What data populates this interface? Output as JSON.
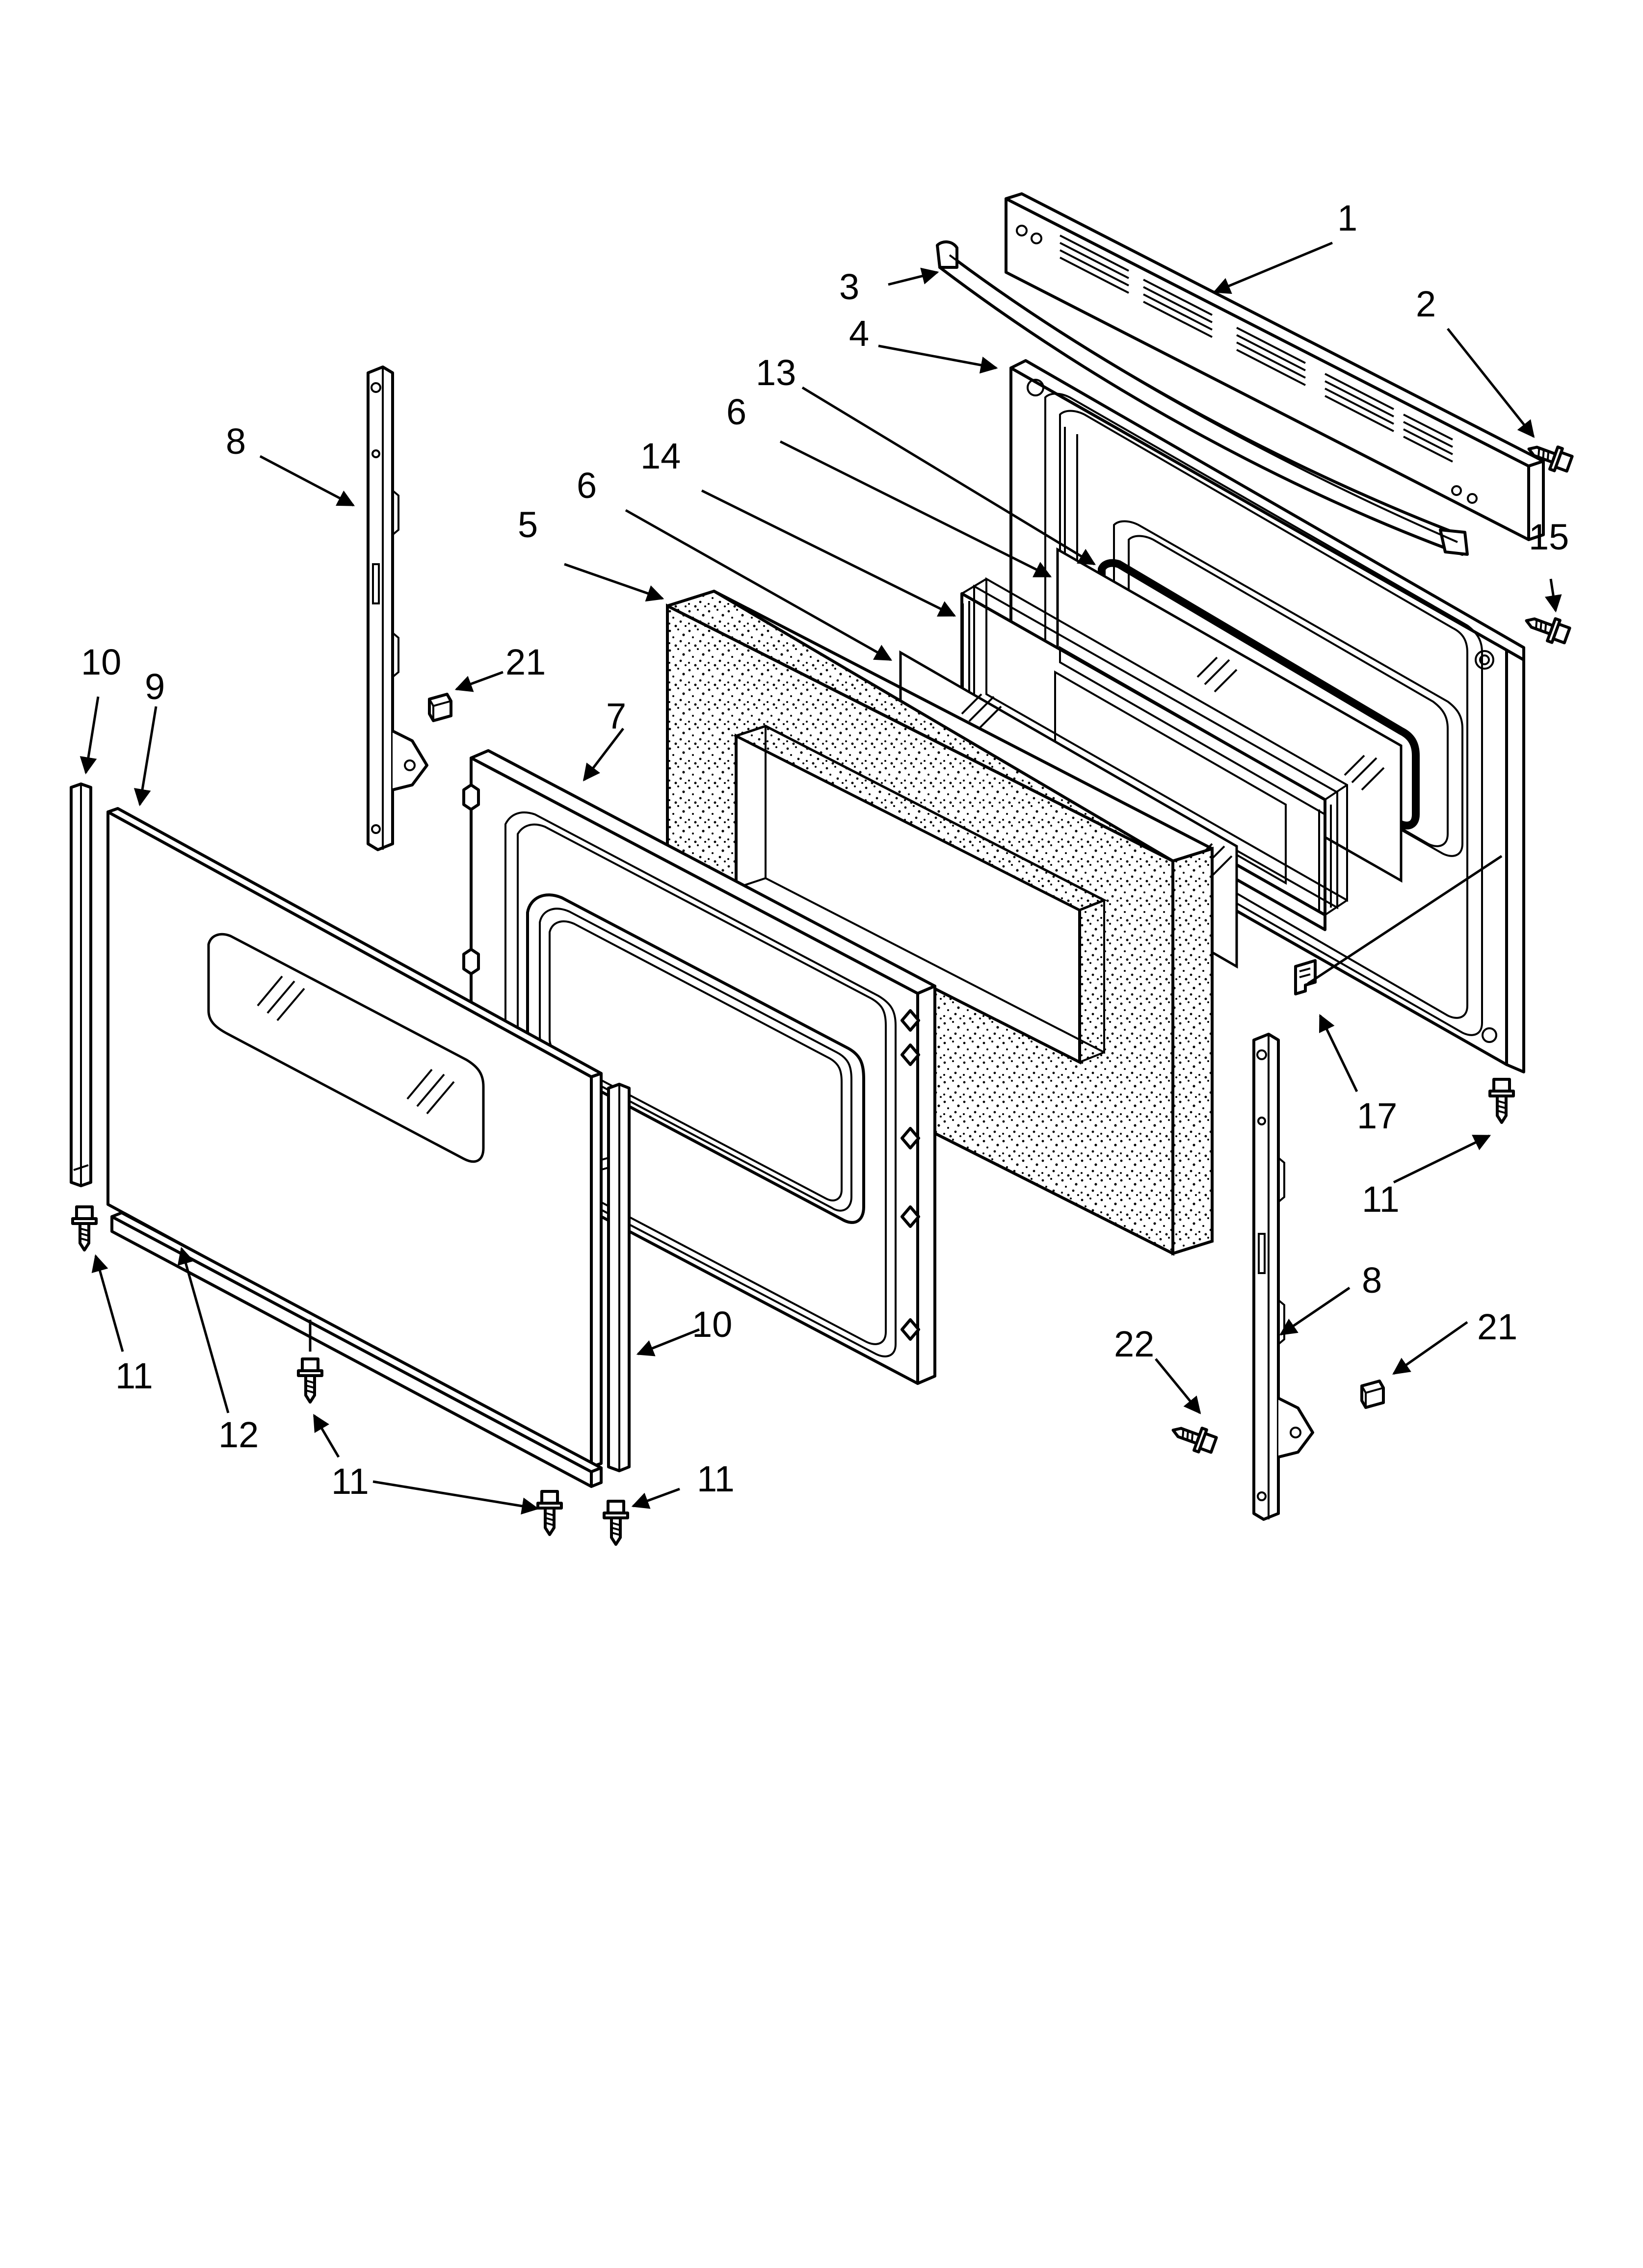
{
  "callouts": [
    {
      "id": "1",
      "label": "1"
    },
    {
      "id": "2",
      "label": "2"
    },
    {
      "id": "3",
      "label": "3"
    },
    {
      "id": "4",
      "label": "4"
    },
    {
      "id": "13",
      "label": "13"
    },
    {
      "id": "6a",
      "label": "6"
    },
    {
      "id": "14",
      "label": "14"
    },
    {
      "id": "6b",
      "label": "6"
    },
    {
      "id": "5",
      "label": "5"
    },
    {
      "id": "8a",
      "label": "8"
    },
    {
      "id": "15",
      "label": "15"
    },
    {
      "id": "10a",
      "label": "10"
    },
    {
      "id": "9",
      "label": "9"
    },
    {
      "id": "21a",
      "label": "21"
    },
    {
      "id": "7",
      "label": "7"
    },
    {
      "id": "17",
      "label": "17"
    },
    {
      "id": "11a",
      "label": "11"
    },
    {
      "id": "8b",
      "label": "8"
    },
    {
      "id": "10b",
      "label": "10"
    },
    {
      "id": "21b",
      "label": "21"
    },
    {
      "id": "11b",
      "label": "11"
    },
    {
      "id": "22",
      "label": "22"
    },
    {
      "id": "12",
      "label": "12"
    },
    {
      "id": "11c",
      "label": "11"
    },
    {
      "id": "11d",
      "label": "11"
    }
  ],
  "parts": [
    {
      "name": "top-trim-vent"
    },
    {
      "name": "screw"
    },
    {
      "name": "handle"
    },
    {
      "name": "inner-door-panel"
    },
    {
      "name": "insulation"
    },
    {
      "name": "glass-pane"
    },
    {
      "name": "outer-glass-panel"
    },
    {
      "name": "door-frame"
    },
    {
      "name": "hinge"
    },
    {
      "name": "side-trim"
    },
    {
      "name": "bottom-trim"
    },
    {
      "name": "window-pack"
    },
    {
      "name": "gasket"
    },
    {
      "name": "clip"
    },
    {
      "name": "hinge-receptacle"
    },
    {
      "name": "hinge-screw"
    }
  ]
}
